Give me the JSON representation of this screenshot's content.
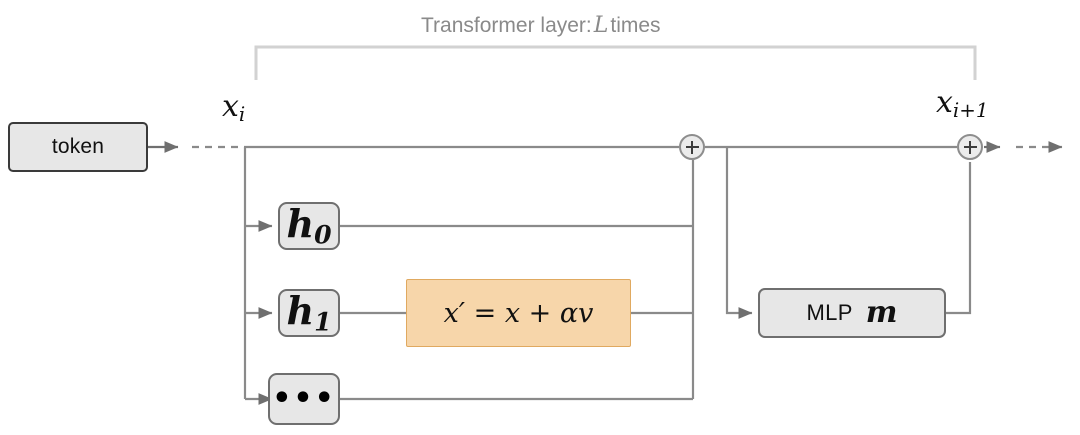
{
  "diagram": {
    "title_caption": {
      "prefix": "Transformer layer:",
      "symbol": "L",
      "suffix": "times"
    },
    "labels": {
      "x_in_base": "x",
      "x_in_sub": "i",
      "x_out_base": "x",
      "x_out_sub": "i+1"
    },
    "nodes": {
      "token": {
        "label": "token"
      },
      "h0": {
        "base": "h",
        "sub": "0"
      },
      "h1": {
        "base": "h",
        "sub": "1"
      },
      "ellipsis": {
        "label": "•••"
      },
      "formula": {
        "text": "x′ = x + αv"
      },
      "mlp": {
        "label": "MLP",
        "symbol": "m"
      },
      "sum_attn": {
        "label": "+"
      },
      "sum_mlp": {
        "label": "+"
      }
    },
    "colors": {
      "node_fill": "#e7e7e7",
      "node_border": "#6f6f6f",
      "token_border": "#3a3a3a",
      "formula_fill": "#f7d6aa",
      "formula_border": "#e0a960",
      "wire": "#8a8a8a",
      "bracket": "#d2d2d2",
      "caption_text": "#8a8a8a",
      "background": "#ffffff"
    }
  }
}
